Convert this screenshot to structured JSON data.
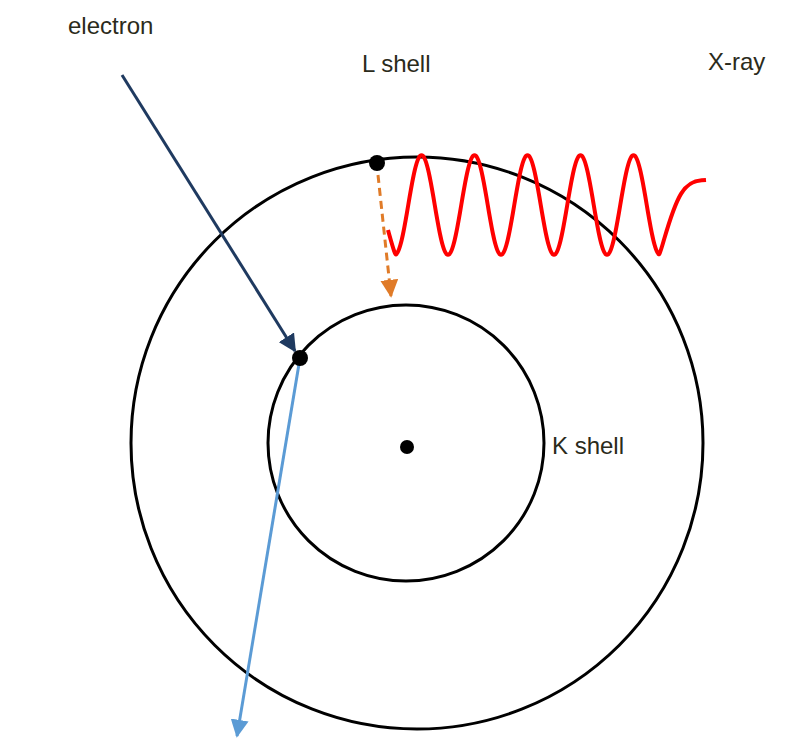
{
  "diagram": {
    "labels": [
      "electron",
      "L shell",
      "X-ray",
      "K shell"
    ]
  }
}
